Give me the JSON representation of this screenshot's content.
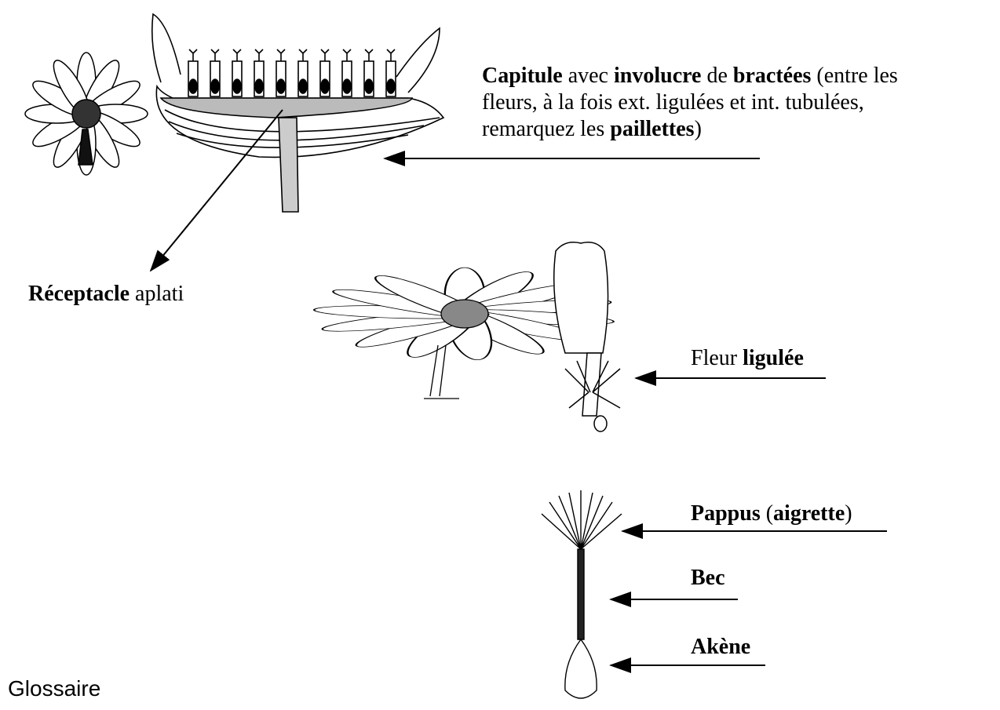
{
  "labels": {
    "capitule": {
      "line1": [
        {
          "t": "Capitule",
          "b": true
        },
        {
          "t": " avec ",
          "b": false
        },
        {
          "t": "involucre",
          "b": true
        },
        {
          "t": " de ",
          "b": false
        },
        {
          "t": "bractées",
          "b": true
        },
        {
          "t": " (entre les",
          "b": false
        }
      ],
      "line2": "fleurs, à la fois ext. ligulées et int. tubulées,",
      "line3": [
        {
          "t": "remarquez les ",
          "b": false
        },
        {
          "t": "paillettes",
          "b": true
        },
        {
          "t": ")",
          "b": false
        }
      ]
    },
    "receptacle": {
      "bold": "Réceptacle",
      "rest": " aplati"
    },
    "fleur": {
      "plain": "Fleur ",
      "bold": "ligulée"
    },
    "pappus": {
      "bold1": "Pappus",
      "plain": " (",
      "bold2": "aigrette",
      "close": ")"
    },
    "bec": "Bec",
    "akene": "Akène"
  },
  "footer": {
    "glossaire": "Glossaire"
  }
}
